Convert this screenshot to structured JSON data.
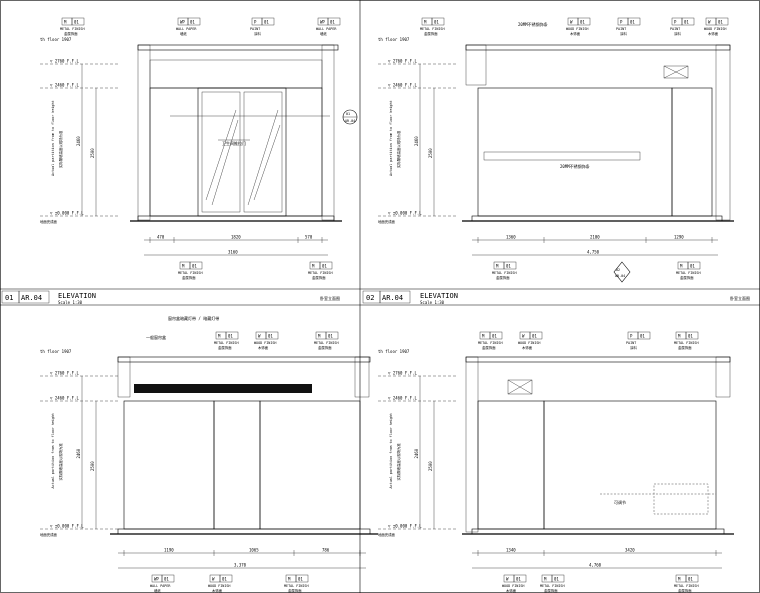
{
  "titles": [
    {
      "num": "01",
      "ref": "AR.04",
      "name": "ELEVATION",
      "scale": "Scale  1:30",
      "cn": "卧室立面图"
    },
    {
      "num": "02",
      "ref": "AR.04",
      "name": "ELEVATION",
      "scale": "Scale  1:30",
      "cn": "卧室立面图"
    }
  ],
  "tags": {
    "metal": {
      "code": "M",
      "no": "01",
      "en": "METAL FINISH",
      "cn": "金属饰面"
    },
    "wallpaper": {
      "code": "WP",
      "no": "01",
      "en": "WALL PAPER",
      "cn": "墙纸"
    },
    "paint": {
      "code": "P",
      "no": "01",
      "en": "PAINT",
      "cn": "涂料"
    },
    "wood": {
      "code": "W",
      "no": "01",
      "en": "WOOD FINISH",
      "cn": "木饰面"
    }
  },
  "levels": {
    "ceiling": "▽ 2760 F.F.L",
    "finish": "▽ 2460 F.F.L",
    "floor": "▽ ±0.000 F.F.L",
    "top_note": "th floor 1907",
    "floor_cn": "地面完成面",
    "vertical_note": "Actual partition from to floor height",
    "vertical_cn": "实际隔墙高度以现场为准"
  },
  "dims": {
    "p1": {
      "h1": "2460",
      "h2": "2500",
      "w": [
        "470",
        "1820",
        "570"
      ],
      "total": "3160"
    },
    "p2": {
      "h1": "2460",
      "h2": "2500",
      "w": [
        "1360",
        "2100",
        "1290"
      ],
      "total": "4,750"
    },
    "p3": {
      "h1": "2460",
      "h2": "2500",
      "w": [
        "1190",
        "1065",
        "786"
      ],
      "total": "3,370"
    },
    "p4": {
      "h1": "2460",
      "h2": "2500",
      "w": [
        "1340",
        "3420"
      ],
      "total": "4,760"
    }
  },
  "notes": {
    "p1_door": "卫生间推拉门",
    "p2_shelf": "20MM不锈钢饰条",
    "p3_curtain": "一般窗帘盒",
    "p3_note": "窗帘盒暗藏灯带 / 暗藏灯带",
    "p4_note": "可调节",
    "section": {
      "num": "01",
      "ref": "AR.04"
    },
    "section2": {
      "num": "02",
      "ref": "AR.04"
    }
  }
}
